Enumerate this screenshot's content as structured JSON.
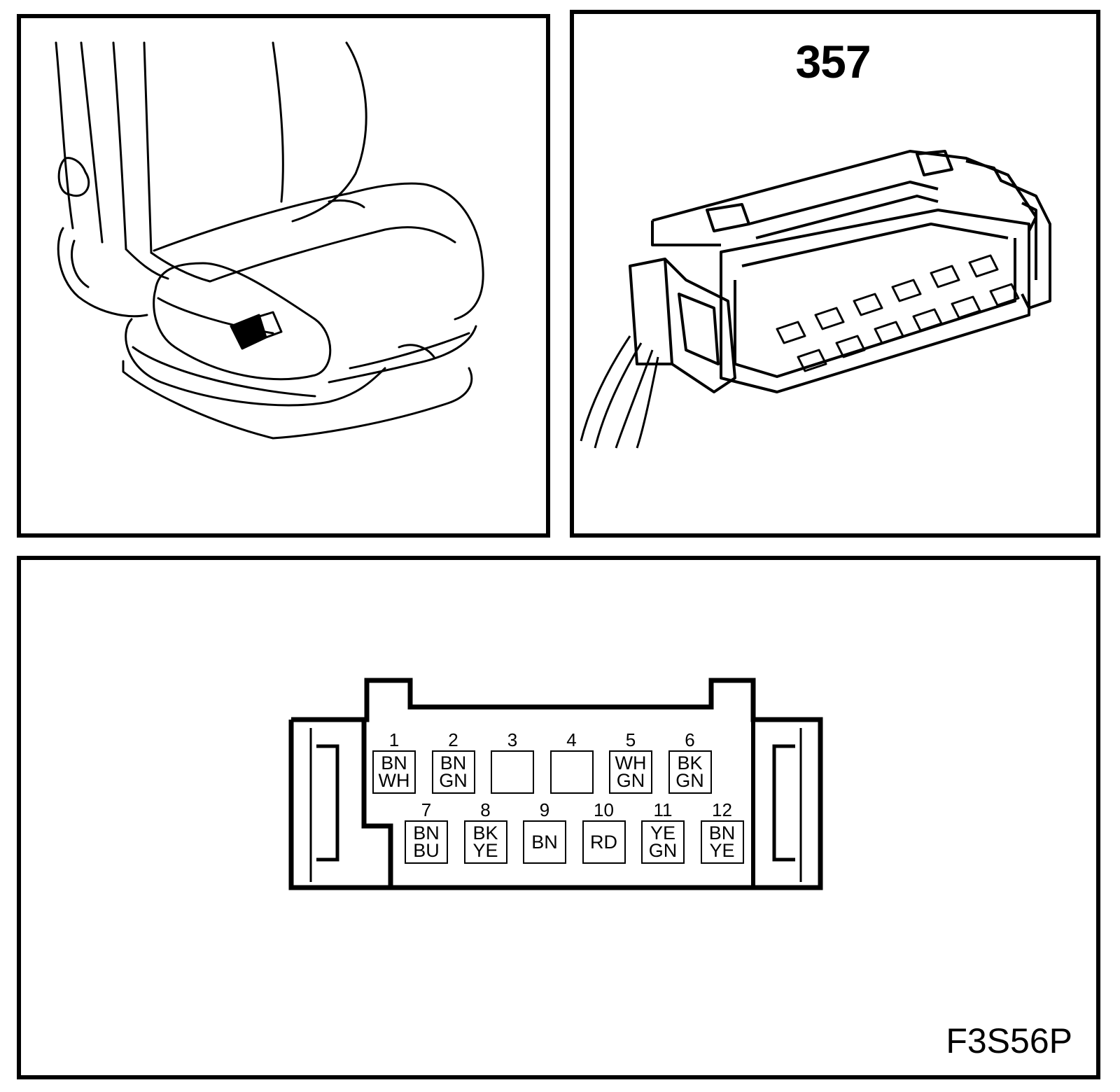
{
  "connector_number": "357",
  "figure_code": "F3S56P",
  "pins_top": [
    {
      "num": "1",
      "colors": [
        "BN",
        "WH"
      ]
    },
    {
      "num": "2",
      "colors": [
        "BN",
        "GN"
      ]
    },
    {
      "num": "3",
      "colors": []
    },
    {
      "num": "4",
      "colors": []
    },
    {
      "num": "5",
      "colors": [
        "WH",
        "GN"
      ]
    },
    {
      "num": "6",
      "colors": [
        "BK",
        "GN"
      ]
    }
  ],
  "pins_bottom": [
    {
      "num": "7",
      "colors": [
        "BN",
        "BU"
      ]
    },
    {
      "num": "8",
      "colors": [
        "BK",
        "YE"
      ]
    },
    {
      "num": "9",
      "colors": [
        "BN"
      ]
    },
    {
      "num": "10",
      "colors": [
        "RD"
      ]
    },
    {
      "num": "11",
      "colors": [
        "YE",
        "GN"
      ]
    },
    {
      "num": "12",
      "colors": [
        "BN",
        "YE"
      ]
    }
  ]
}
